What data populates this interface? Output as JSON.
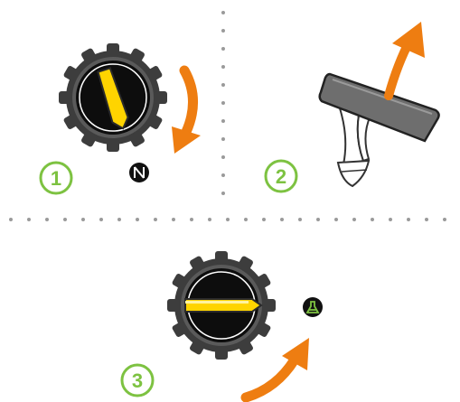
{
  "steps": [
    {
      "number": "1"
    },
    {
      "number": "2"
    },
    {
      "number": "3"
    }
  ],
  "colors": {
    "step_ring": "#7dc241",
    "step_text": "#4a9a1f",
    "arrow": "#ee7d11",
    "pointer": "#ffd400",
    "knob_outer": "#444444",
    "knob_inner": "#111111",
    "divider": "#9a9a9a",
    "paddle": "#6e6e6e"
  },
  "icons": [
    "clockwise-arrow-icon",
    "neutral-mode-icon",
    "lift-arrow-icon",
    "counterclockwise-arrow-icon",
    "flask-mode-icon"
  ]
}
